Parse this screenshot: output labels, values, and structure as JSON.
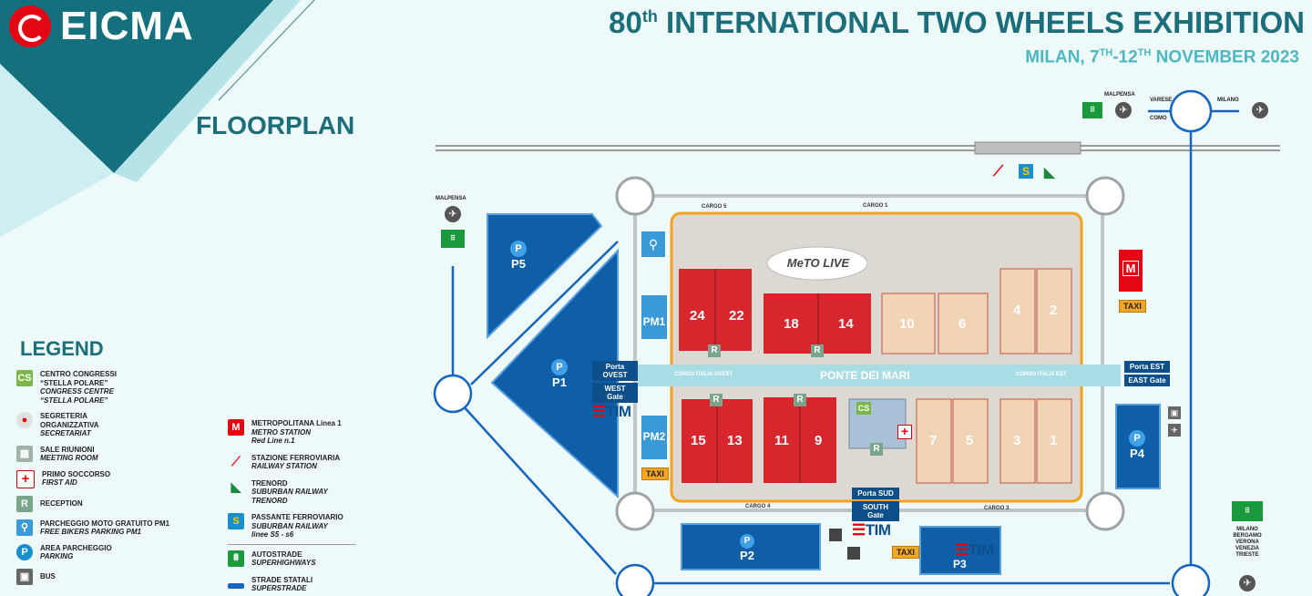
{
  "header": {
    "logo_text": "EICMA",
    "floorplan": "FLOORPLAN",
    "title": "80th INTERNATIONAL TWO WHEELS EXHIBITION",
    "subtitle": "MILAN, 7TH-12TH NOVEMBER 2023"
  },
  "colors": {
    "teal_dark": "#1b6e7a",
    "teal_light": "#4db8c2",
    "hall_red": "#d7262e",
    "hall_beige": "#f1d3b6",
    "parking_blue": "#0f5ea8",
    "road_blue": "#1565c0",
    "venue_orange": "#f2a21b"
  },
  "map": {
    "malpensa_top": "MALPENSA",
    "varese_como": "VARESE\nCOMO",
    "varese": "VARESE",
    "como": "COMO",
    "milano": "MILANO",
    "malpensa_left": "MALPENSA",
    "destinations_right": [
      "MILANO",
      "BERGAMO",
      "VERONA",
      "VENEZIA",
      "TRIESTE"
    ],
    "cargo": [
      "CARGO 5",
      "CARGO 1",
      "CARGO 4",
      "CARGO 3"
    ],
    "ponte": "PONTE DEI MARI",
    "corso_ovest": "CORSO ITALIA OVEST",
    "corso_est": "CORSO ITALIA EST",
    "metolive": "MeTO LIVE",
    "halls_top_red": [
      "24",
      "22",
      "18",
      "14"
    ],
    "halls_top_beige": [
      "10",
      "6",
      "4",
      "2"
    ],
    "halls_bottom_red": [
      "15",
      "13",
      "11",
      "9"
    ],
    "halls_bottom_beige": [
      "7",
      "5",
      "3",
      "1"
    ],
    "parking": [
      "P5",
      "P1",
      "P2",
      "P4",
      "P3"
    ],
    "pm": [
      "PM1",
      "PM2"
    ],
    "gates": {
      "west": [
        "Porta OVEST",
        "WEST Gate"
      ],
      "east": [
        "Porta EST",
        "EAST Gate"
      ],
      "south": [
        "Porta SUD",
        "SOUTH Gate"
      ]
    },
    "taxi": "TAXI",
    "tim": "TIM",
    "metro": "M",
    "parking_letter": "P",
    "reception_letter": "R",
    "cs": "CS"
  },
  "legend": {
    "title": "LEGEND",
    "col1": [
      {
        "icon": "congress-centre-icon",
        "code": "CS",
        "lines": [
          "CENTRO CONGRESSI",
          "“STELLA POLARE”"
        ],
        "italic": [
          "CONGRESS CENTRE",
          "“STELLA POLARE”"
        ]
      },
      {
        "icon": "secretariat-icon",
        "code": "",
        "lines": [
          "SEGRETERIA",
          "ORGANIZZATIVA"
        ],
        "italic": [
          "SECRETARIAT"
        ]
      },
      {
        "icon": "meeting-room-icon",
        "code": "",
        "lines": [
          "SALE RIUNIONI"
        ],
        "italic": [
          "MEETING ROOM"
        ]
      },
      {
        "icon": "first-aid-icon",
        "code": "",
        "lines": [
          "PRIMO SOCCORSO"
        ],
        "italic": [
          "FIRST AID"
        ]
      },
      {
        "icon": "reception-icon",
        "code": "R",
        "lines": [
          "RECEPTION"
        ],
        "italic": []
      },
      {
        "icon": "bike-parking-icon",
        "code": "",
        "lines": [
          "PARCHEGGIO MOTO GRATUITO PM1"
        ],
        "italic": [
          "FREE BIKERS PARKING PM1"
        ]
      },
      {
        "icon": "parking-icon",
        "code": "P",
        "lines": [
          "AREA PARCHEGGIO"
        ],
        "italic": [
          "PARKING"
        ]
      },
      {
        "icon": "bus-icon",
        "code": "",
        "lines": [
          "BUS"
        ],
        "italic": []
      }
    ],
    "col2": [
      {
        "icon": "metro-icon",
        "code": "M",
        "lines": [
          "METROPOLITANA Linea 1"
        ],
        "italic": [
          "METRO STATION",
          "Red Line n.1"
        ]
      },
      {
        "icon": "railway-icon",
        "code": "",
        "lines": [
          "STAZIONE FERROVIARIA"
        ],
        "italic": [
          "RAILWAY STATION"
        ]
      },
      {
        "icon": "trenord-icon",
        "code": "",
        "lines": [
          "TRENORD"
        ],
        "italic": [
          "SUBURBAN RAILWAY",
          "TRENORD"
        ]
      },
      {
        "icon": "suburban-railway-icon",
        "code": "S",
        "lines": [
          "PASSANTE FERROVIARIO"
        ],
        "italic": [
          "SUBURBAN RAILWAY",
          "linee S5 - s6"
        ]
      },
      {
        "icon": "highway-icon",
        "code": "",
        "lines": [
          "AUTOSTRADE"
        ],
        "italic": [
          "SUPERHIGHWAYS"
        ]
      },
      {
        "icon": "state-road-icon",
        "code": "",
        "lines": [
          "STRADE STATALI"
        ],
        "italic": [
          "SUPERSTRADE"
        ]
      }
    ]
  }
}
